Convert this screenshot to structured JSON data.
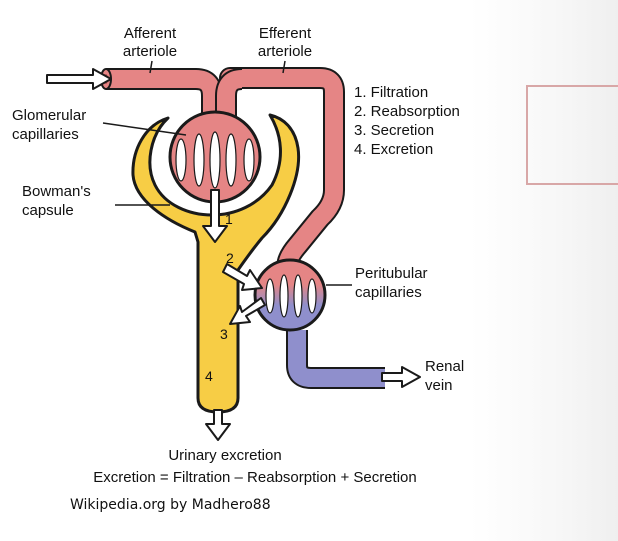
{
  "labels": {
    "afferent_line1": "Afferent",
    "afferent_line2": "arteriole",
    "efferent_line1": "Efferent",
    "efferent_line2": "arteriole",
    "glomerular_line1": "Glomerular",
    "glomerular_line2": "capillaries",
    "bowman_line1": "Bowman's",
    "bowman_line2": "capsule",
    "peritubular_line1": "Peritubular",
    "peritubular_line2": "capillaries",
    "renal_line1": "Renal",
    "renal_line2": "vein",
    "urinary": "Urinary excretion"
  },
  "legend": [
    "1. Filtration",
    "2. Reabsorption",
    "3. Secretion",
    "4. Excretion"
  ],
  "step_numbers": [
    "1",
    "2",
    "3",
    "4"
  ],
  "equation": "Excretion = Filtration – Reabsorption + Secretion",
  "credit": "Wikipedia.org by Madhero88",
  "colors": {
    "arterial": "#e58585",
    "venous": "#8f8fcc",
    "tubule": "#f7cd45",
    "outline": "#1a1a1a",
    "box_border": "#d8a7a7"
  }
}
